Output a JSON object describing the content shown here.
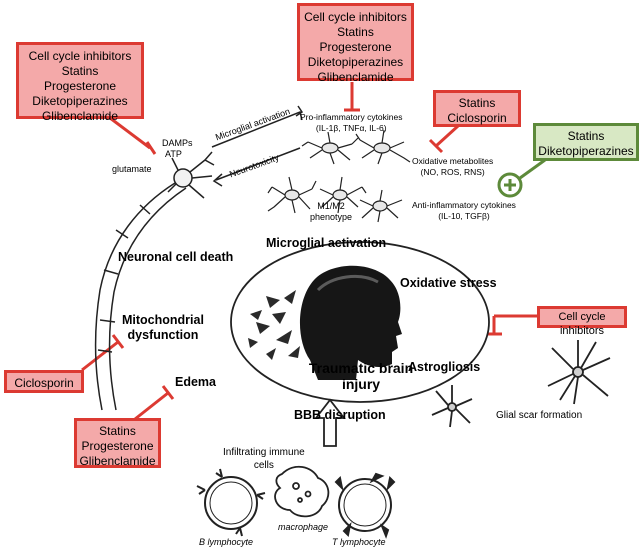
{
  "drug_boxes": {
    "top_left": [
      "Cell cycle inhibitors",
      "Statins",
      "Progesterone",
      "Diketopiperazines",
      "Glibenclamide"
    ],
    "top_center": [
      "Cell cycle inhibitors",
      "Statins",
      "Progesterone",
      "Diketopiperazines",
      "Glibenclamide"
    ],
    "statins_ciclosporin": [
      "Statins",
      "Ciclosporin"
    ],
    "green": [
      "Statins",
      "Diketopiperazines"
    ],
    "ciclosporin": [
      "Ciclosporin"
    ],
    "cell_cycle": [
      "Cell cycle inhibitors"
    ],
    "bottom_left": [
      "Statins",
      "Progesterone",
      "Glibenclamide"
    ]
  },
  "labels": {
    "damps": "DAMPs",
    "atp": "ATP",
    "glutamate": "glutamate",
    "microglial_activation_arrow": "Microglial activation",
    "neurotoxicity": "Neurotoxicity",
    "pro_inflammatory_1": "Pro-inflammatory cytokines",
    "pro_inflammatory_2": "(IL-1β, TNFα, IL-6)",
    "oxidative_metabolites_1": "Oxidative metabolites",
    "oxidative_metabolites_2": "(NO, ROS, RNS)",
    "m1m2_1": "M1/M2",
    "m1m2_2": "phenotype",
    "anti_inflammatory_1": "Anti-inflammatory cytokines",
    "anti_inflammatory_2": "(IL-10, TGFβ)",
    "microglial_activation": "Microglial activation",
    "neuronal_cell_death": "Neuronal cell death",
    "oxidative_stress": "Oxidative stress",
    "mito_1": "Mitochondrial",
    "mito_2": "dysfunction",
    "edema": "Edema",
    "astrogliosis": "Astrogliosis",
    "glial_scar": "Glial scar formation",
    "tbi_1": "Traumatic brain",
    "tbi_2": "injury",
    "bbb": "BBB disruption",
    "infiltrating_1": "Infiltrating immune",
    "infiltrating_2": "cells",
    "macrophage": "macrophage",
    "b_lymphocyte": "B lymphocyte",
    "t_lymphocyte": "T lymphocyte"
  },
  "colors": {
    "red_fill": "#f4a9a9",
    "red_border": "#dc3a32",
    "green_fill": "#d8e8c4",
    "green_border": "#5d8a3a"
  }
}
